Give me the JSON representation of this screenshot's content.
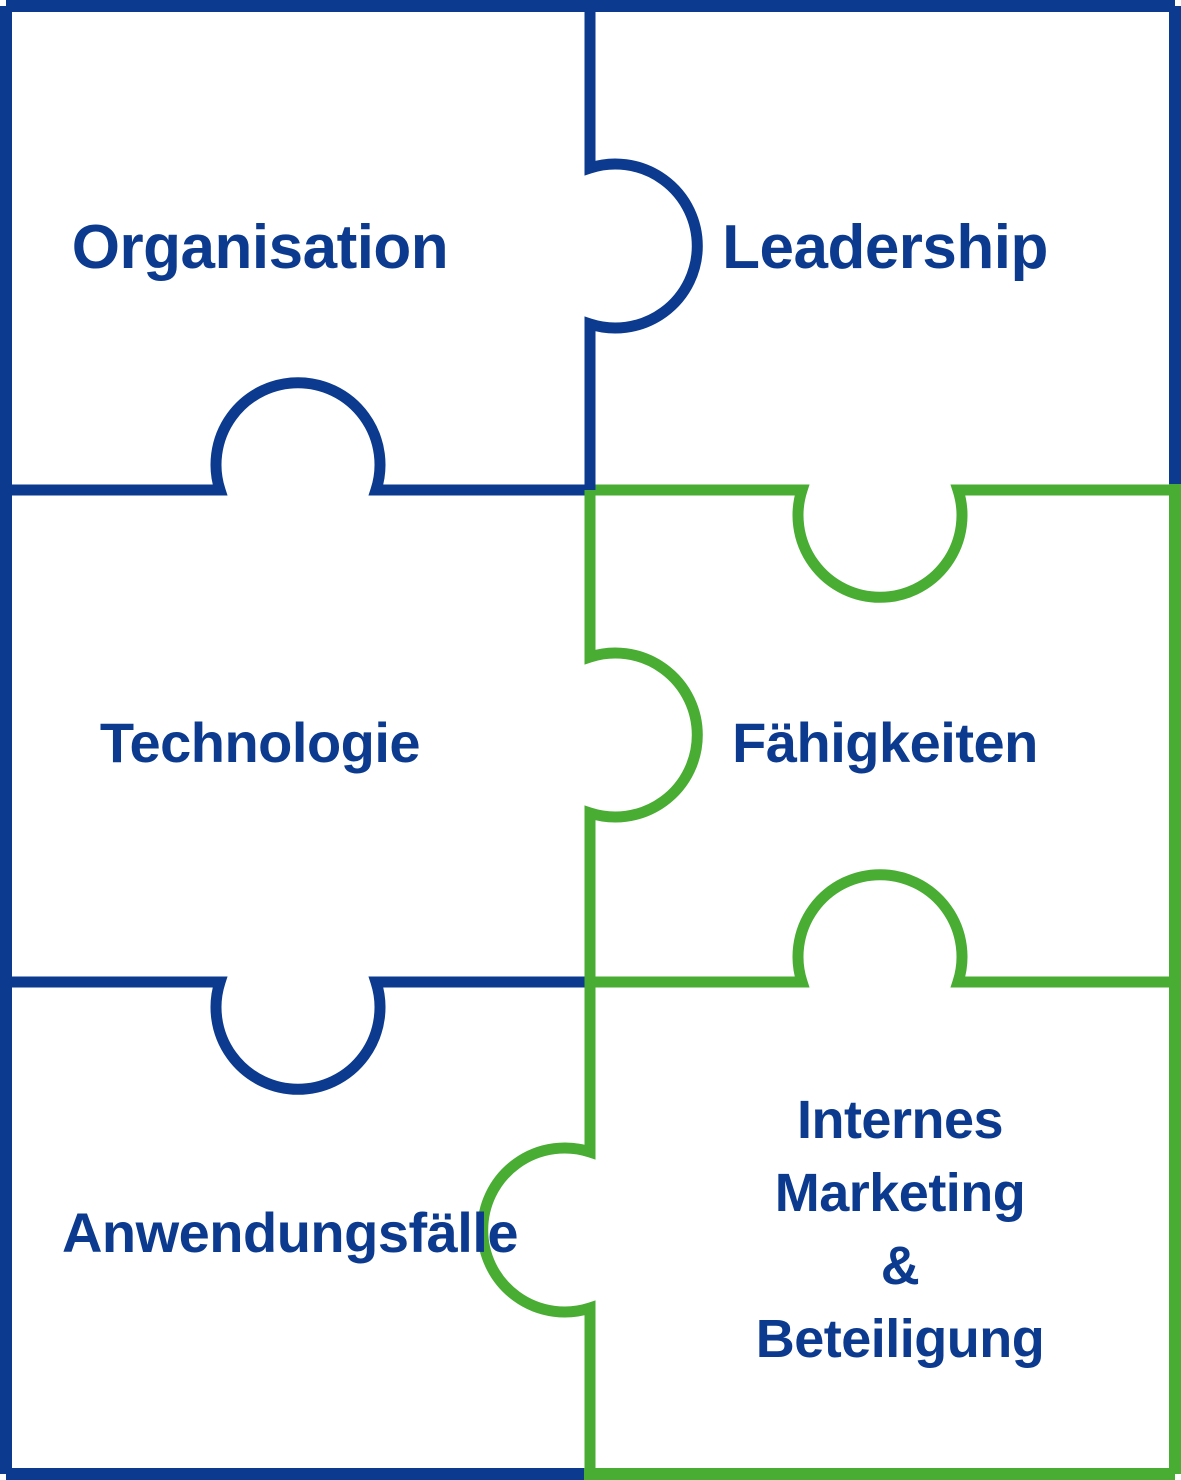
{
  "diagram": {
    "title": "Puzzle-Diagramm",
    "type": "jigsaw-puzzle-2x3",
    "colors": {
      "blue": "#0B3A8E",
      "green": "#48AD32",
      "background": "#FFFFFF",
      "text": "#0B3A8E"
    },
    "stroke_width": 11
  },
  "pieces": [
    {
      "id": "organisation",
      "label": "Organisation",
      "row": 1,
      "column": 1,
      "color": "blue",
      "lines": [
        "Organisation"
      ]
    },
    {
      "id": "leadership",
      "label": "Leadership",
      "row": 1,
      "column": 2,
      "color": "blue",
      "lines": [
        "Leadership"
      ]
    },
    {
      "id": "technologie",
      "label": "Technologie",
      "row": 2,
      "column": 1,
      "color": "blue",
      "lines": [
        "Technologie"
      ]
    },
    {
      "id": "faehigkeiten",
      "label": "Fähigkeiten",
      "row": 2,
      "column": 2,
      "color": "green",
      "lines": [
        "Fähigkeiten"
      ]
    },
    {
      "id": "anwendungsfaelle",
      "label": "Anwendungsfälle",
      "row": 3,
      "column": 1,
      "color": "blue",
      "lines": [
        "Anwendungsfälle"
      ]
    },
    {
      "id": "internes-marketing-beteiligung",
      "label": "Internes Marketing & Beteiligung",
      "row": 3,
      "column": 2,
      "color": "green",
      "lines": [
        "Internes",
        "Marketing",
        "&",
        "Beteiligung"
      ]
    }
  ],
  "labels": {
    "organisation": "Organisation",
    "leadership": "Leadership",
    "technologie": "Technologie",
    "faehigkeiten": "Fähigkeiten",
    "anwendungsfaelle": "Anwendungsfälle",
    "internes_line1": "Internes",
    "internes_line2": "Marketing",
    "internes_line3": "&",
    "internes_line4": "Beteiligung"
  }
}
